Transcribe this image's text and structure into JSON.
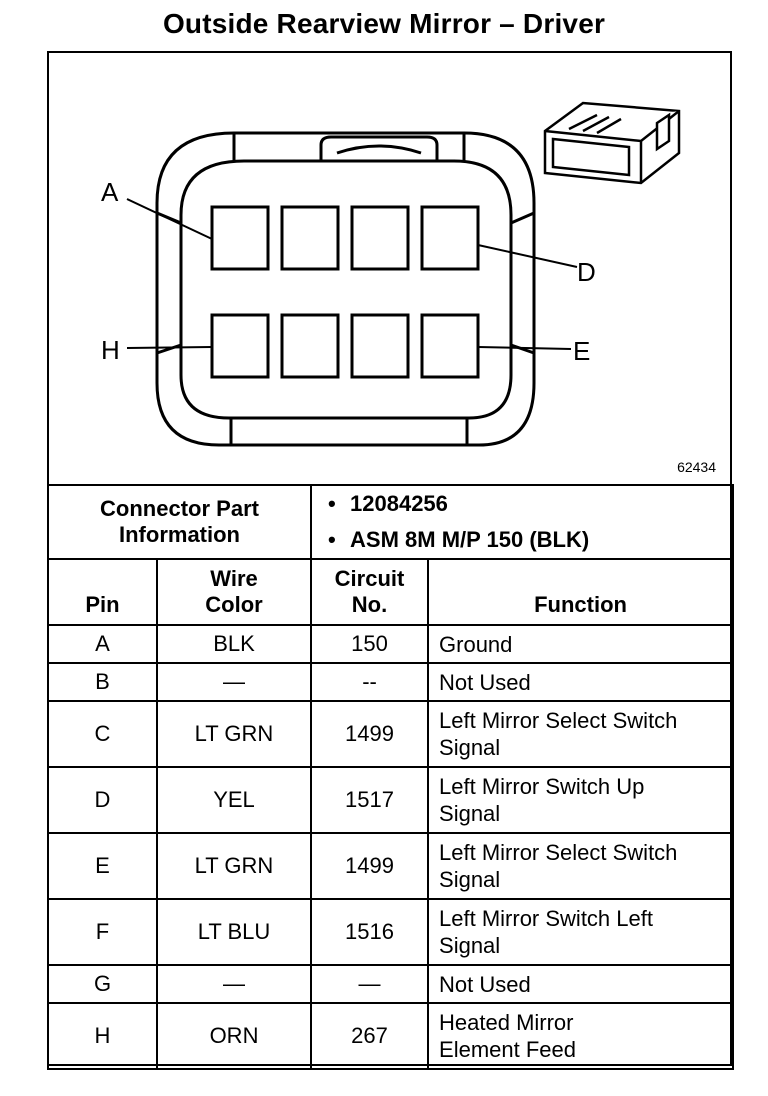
{
  "title": "Outside Rearview Mirror – Driver",
  "diagram": {
    "figure_number": "62434",
    "pin_callouts": [
      "A",
      "D",
      "H",
      "E"
    ]
  },
  "connector_info": {
    "label_line1": "Connector Part",
    "label_line2": "Information",
    "items": [
      "12084256",
      "ASM 8M M/P 150 (BLK)"
    ]
  },
  "columns": {
    "pin": "Pin",
    "wire_color_1": "Wire",
    "wire_color_2": "Color",
    "circuit_1": "Circuit",
    "circuit_2": "No.",
    "function": "Function"
  },
  "rows": [
    {
      "pin": "A",
      "color": "BLK",
      "circuit": "150",
      "function": [
        "Ground"
      ]
    },
    {
      "pin": "B",
      "color": "—",
      "circuit": "--",
      "function": [
        "Not Used"
      ]
    },
    {
      "pin": "C",
      "color": "LT GRN",
      "circuit": "1499",
      "function": [
        "Left Mirror Select Switch",
        "Signal"
      ]
    },
    {
      "pin": "D",
      "color": "YEL",
      "circuit": "1517",
      "function": [
        "Left Mirror Switch Up",
        "Signal"
      ]
    },
    {
      "pin": "E",
      "color": "LT GRN",
      "circuit": "1499",
      "function": [
        "Left Mirror Select Switch",
        "Signal"
      ]
    },
    {
      "pin": "F",
      "color": "LT BLU",
      "circuit": "1516",
      "function": [
        "Left Mirror Switch Left",
        "Signal"
      ]
    },
    {
      "pin": "G",
      "color": "—",
      "circuit": "—",
      "function": [
        "Not Used"
      ]
    },
    {
      "pin": "H",
      "color": "ORN",
      "circuit": "267",
      "function": [
        "Heated Mirror",
        "Element Feed"
      ]
    }
  ]
}
